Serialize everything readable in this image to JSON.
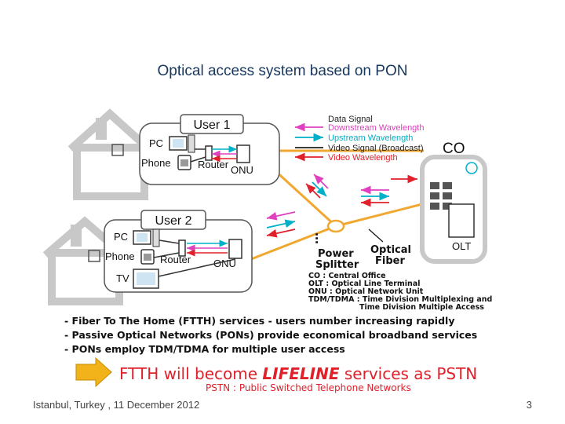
{
  "title": "Optical access system based on PON",
  "users": [
    {
      "label": "User 1",
      "devices": {
        "pc": "PC",
        "phone": "Phone",
        "router": "Router",
        "onu": "ONU"
      }
    },
    {
      "label": "User 2",
      "devices": {
        "pc": "PC",
        "phone": "Phone",
        "router": "Router",
        "onu": "ONU",
        "tv": "TV"
      }
    }
  ],
  "legend": [
    {
      "label": "Data Signal",
      "color": "#1f1f1f"
    },
    {
      "label": "Downstream Wavelength",
      "color": "#e040c0"
    },
    {
      "label": "Upstream Wavelength",
      "color": "#00b0c8"
    },
    {
      "label": "Video Signal (Broadcast)",
      "color": "#1f1f1f"
    },
    {
      "label": "Video Wavelength",
      "color": "#e0202a"
    }
  ],
  "co": {
    "label": "CO",
    "olt_label": "OLT"
  },
  "splitter_label_1": "Power",
  "splitter_label_2": "Splitter",
  "fiber_label_1": "Optical",
  "fiber_label_2": "Fiber",
  "ellipsis": "...",
  "abbreviations": [
    "CO : Central Office",
    "OLT : Optical Line Terminal",
    "ONU : Optical Network Unit",
    "TDM/TDMA : Time Division Multiplexing and",
    "Time Division Multiple Access"
  ],
  "bullets": [
    "- Fiber To The Home (FTTH) services - users number increasing rapidly",
    "- Passive Optical Networks (PONs) provide economical broadband services",
    "- PONs employ TDM/TDMA for multiple user access"
  ],
  "conclusion": {
    "prefix": "FTTH will become ",
    "emphasis": "LIFELINE",
    "suffix": " services as PSTN"
  },
  "pstn_note": "PSTN : Public Switched Telephone Networks",
  "footer": "Istanbul, Turkey , 11 December 2012",
  "page_number": "3",
  "colors": {
    "accent": "#e0202a",
    "fiber": "#f0a830",
    "title": "#17375e",
    "house": "#c8c8c8",
    "arrow_fill": "#f2b31a"
  }
}
